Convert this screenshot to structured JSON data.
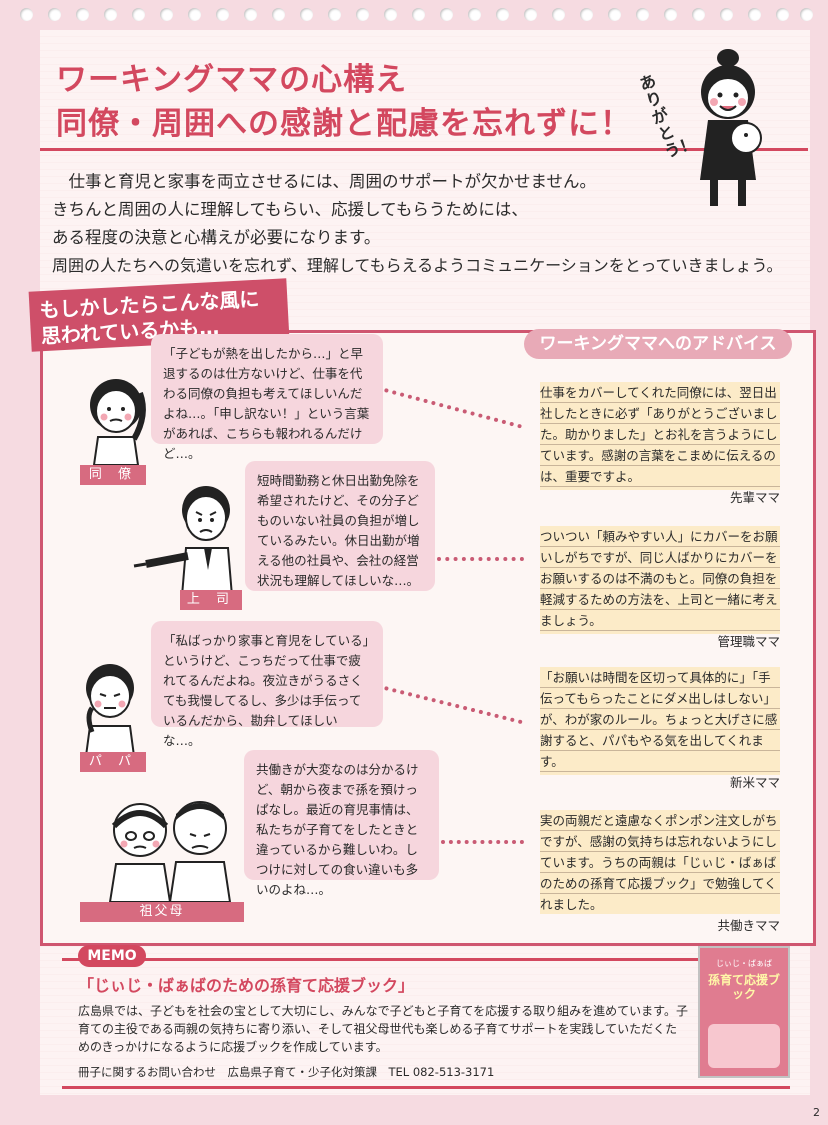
{
  "header": {
    "title_line1": "ワーキングママの心構え",
    "title_line2": "同僚・周囲への感謝と配慮を忘れずに！",
    "mascot_text": "ありがとう！"
  },
  "intro": {
    "lines": [
      "　仕事と育児と家事を両立させるには、周囲のサポートが欠かせません。",
      "きちんと周囲の人に理解してもらい、応援してもらうためには、",
      "ある程度の決意と心構えが必要になります。",
      "周囲の人たちへの気遣いを忘れず、理解してもらえるようコミュニケーションをとっていきましょう。"
    ]
  },
  "section": {
    "tag_line1": "もしかしたらこんな風に",
    "tag_line2": "思われているかも…",
    "advice_header": "ワーキングママへのアドバイス"
  },
  "voices": [
    {
      "label": "同 僚",
      "text": "「子どもが熱を出したから…」と早退するのは仕方ないけど、仕事を代わる同僚の負担も考えてほしいんだよね…。「申し訳ない！」という言葉があれば、こちらも報われるんだけど…。"
    },
    {
      "label": "上 司",
      "text": "短時間勤務と休日出勤免除を希望されたけど、その分子どものいない社員の負担が増しているみたい。休日出勤が増える他の社員や、会社の経営状況も理解してほしいな…。"
    },
    {
      "label": "パ パ",
      "text": "「私ばっかり家事と育児をしている」というけど、こっちだって仕事で疲れてるんだよね。夜泣きがうるさくても我慢してるし、多少は手伝っているんだから、勘弁してほしいな…。"
    },
    {
      "label": "祖父母",
      "text": "共働きが大変なのは分かるけど、朝から夜まで孫を預けっぱなし。最近の育児事情は、私たちが子育てをしたときと違っているから難しいわ。しつけに対しての食い違いも多いのよね…。"
    }
  ],
  "advice": [
    {
      "text": "仕事をカバーしてくれた同僚には、翌日出社したときに必ず「ありがとうございました。助かりました」とお礼を言うようにしています。感謝の言葉をこまめに伝えるのは、重要ですよ。",
      "by": "先輩ママ"
    },
    {
      "text": "ついつい「頼みやすい人」にカバーをお願いしがちですが、同じ人ばかりにカバーをお願いするのは不満のもと。同僚の負担を軽減するための方法を、上司と一緒に考えましょう。",
      "by": "管理職ママ"
    },
    {
      "text": "「お願いは時間を区切って具体的に」「手伝ってもらったことにダメ出しはしない」が、わが家のルール。ちょっと大げさに感謝すると、パパもやる気を出してくれます。",
      "by": "新米ママ"
    },
    {
      "text": "実の両親だと遠慮なくポンポン注文しがちですが、感謝の気持ちは忘れないようにしています。うちの両親は「じぃじ・ばぁばのための孫育て応援ブック」で勉強してくれました。",
      "by": "共働きママ"
    }
  ],
  "memo": {
    "tag": "MEMO",
    "title": "「じぃじ・ばぁばのための孫育て応援ブック」",
    "text": "広島県では、子どもを社会の宝として大切にし、みんなで子どもと子育てを応援する取り組みを進めています。子育ての主役である両親の気持ちに寄り添い、そして祖父母世代も楽しめる子育てサポートを実践していただくためのきっかけになるように応援ブックを作成しています。",
    "contact": "冊子に関するお問い合わせ　広島県子育て・少子化対策課　TEL 082-513-3171",
    "book_small": "じぃじ・ばぁば",
    "book_title": "孫育て応援ブック"
  },
  "page_number": "2"
}
